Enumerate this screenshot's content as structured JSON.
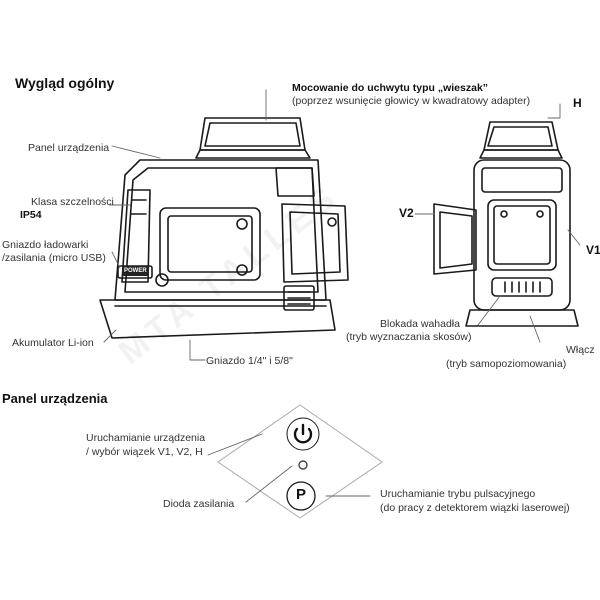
{
  "headings": {
    "overview": "Wygląd ogólny",
    "panel": "Panel urządzenia"
  },
  "callouts": {
    "mount_title": "Mocowanie do uchwytu typu „wieszak”",
    "mount_note": "(poprzez wsunięcie głowicy w kwadratowy adapter)",
    "device_panel": "Panel urządzenia",
    "ip_class_label": "Klasa szczelności",
    "ip_class_value": "IP54",
    "charger_line1": "Gniazdo ładowarki",
    "charger_line2": "/zasilania (micro USB)",
    "battery": "Akumulator Li-ion",
    "thread": "Gniazdo 1/4\" i 5/8\"",
    "lock_line1": "Blokada wahadła",
    "lock_line2": "(tryb wyznaczania skosów)",
    "on_line1": "Włącz",
    "on_line2": "(tryb samopoziomowania)"
  },
  "axes": {
    "h": "H",
    "v1": "V1",
    "v2": "V2"
  },
  "panel": {
    "power_line1": "Uruchamianie urządzenia",
    "power_line2": "/ wybór wiązek V1, V2, H",
    "led": "Dioda zasilania",
    "pulse_line1": "Uruchamianie trybu pulsacyjnego",
    "pulse_line2": "(do pracy z detektorem wiązki laserowej)",
    "p_button": "P"
  },
  "device": {
    "power_label": "POWER"
  },
  "watermark": "MTA TALLES"
}
